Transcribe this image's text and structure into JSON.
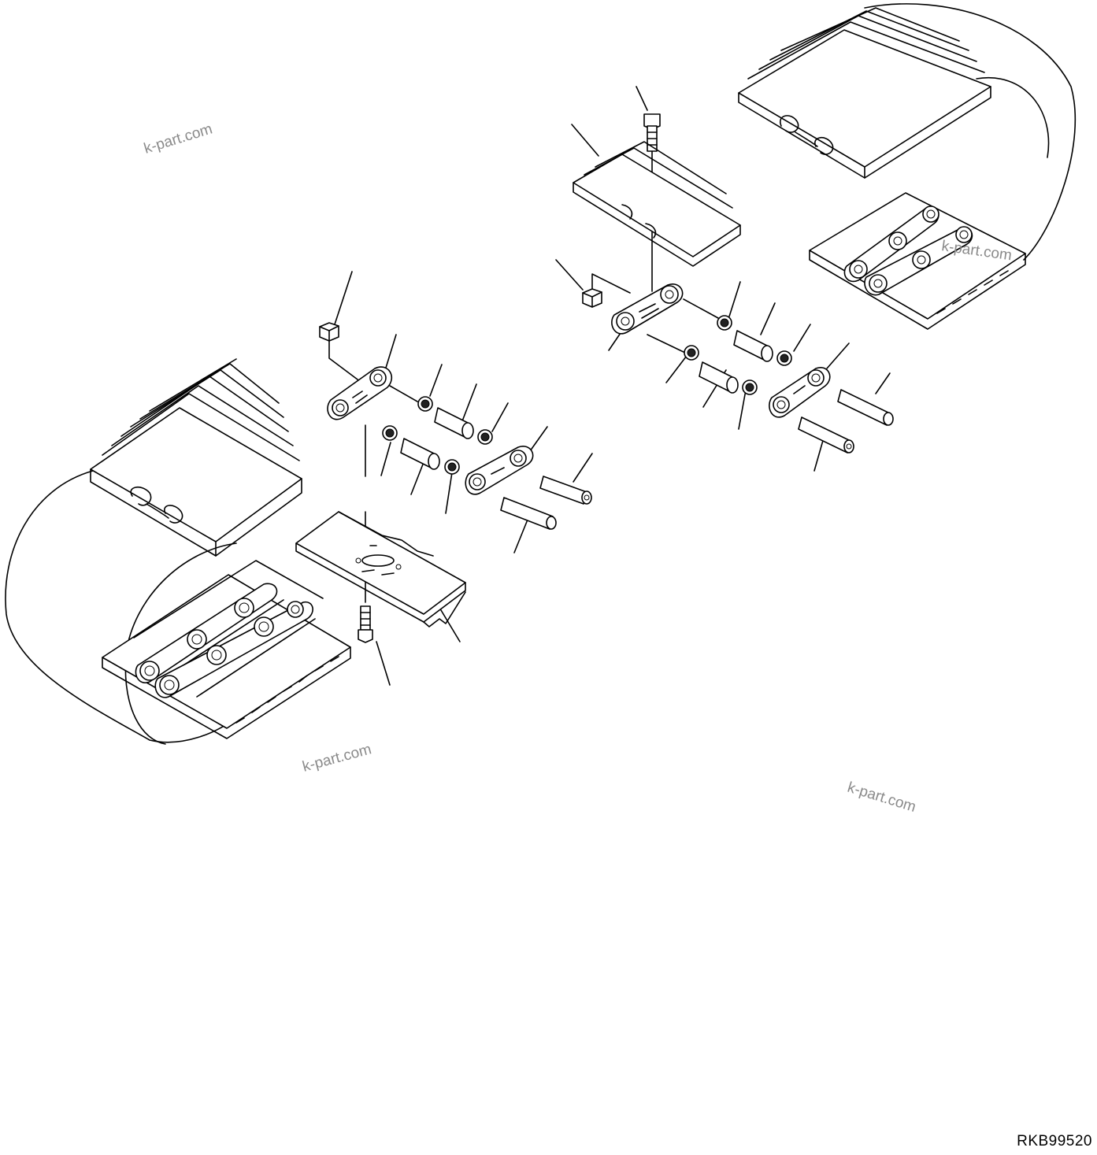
{
  "watermarks": [
    "k-part.com",
    "k-part.com",
    "k-part.com",
    "k-part.com"
  ],
  "drawing_code": "RKB99520",
  "colors": {
    "line": "#000000",
    "background": "#ffffff",
    "watermark": "#8a8a8a"
  }
}
